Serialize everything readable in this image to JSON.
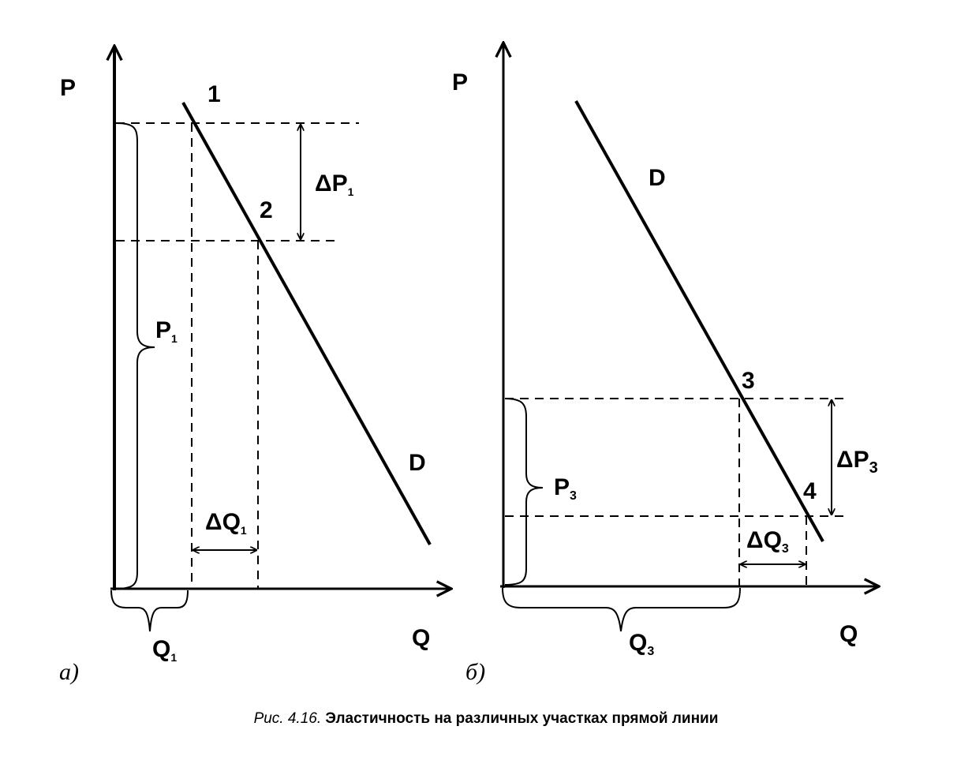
{
  "panel_a": {
    "axis_y": "P",
    "axis_x": "Q",
    "curve": "D",
    "point_1": "1",
    "point_2": "2",
    "delta_p": "ΔP",
    "delta_p_sub": "1",
    "delta_q": "ΔQ",
    "delta_q_sub": "1",
    "price": "P",
    "price_sub": "1",
    "quantity": "Q",
    "quantity_sub": "1",
    "tag": "а)"
  },
  "panel_b": {
    "axis_y": "P",
    "axis_x": "Q",
    "curve": "D",
    "point_3": "3",
    "point_4": "4",
    "delta_p": "ΔP",
    "delta_p_sub": "3",
    "delta_q": "ΔQ",
    "delta_q_sub": "3",
    "price": "P",
    "price_sub": "3",
    "quantity": "Q",
    "quantity_sub": "3",
    "tag": "б)"
  },
  "caption": {
    "ref": "Рис. 4.16.",
    "text": "Эластичность на различных участках прямой линии"
  }
}
